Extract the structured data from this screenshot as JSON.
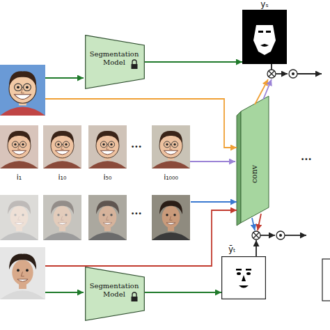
{
  "diagram": {
    "nodes": [
      {
        "text": [
          "Segmentation Model"
        ]
      },
      {
        "text": [
          "yₛ"
        ]
      },
      {
        "text": [
          "i₁"
        ]
      },
      {
        "text": [
          "i₁₀"
        ]
      },
      {
        "text": [
          "i₅₀"
        ]
      },
      {
        "text": [
          "i₁₀₀₀"
        ]
      },
      {
        "text": [
          "conv"
        ]
      },
      {
        "text": [
          "Segmentation Model"
        ]
      },
      {
        "text": [
          "ȳₜ"
        ]
      }
    ],
    "edges": [
      {
        "from": 0,
        "to": 1,
        "arrow": "to"
      },
      {
        "from": 5,
        "to": 6,
        "arrow": "to"
      },
      {
        "from": 7,
        "to": 8,
        "arrow": "to"
      }
    ],
    "labels": [
      "...",
      "...",
      "..."
    ]
  }
}
